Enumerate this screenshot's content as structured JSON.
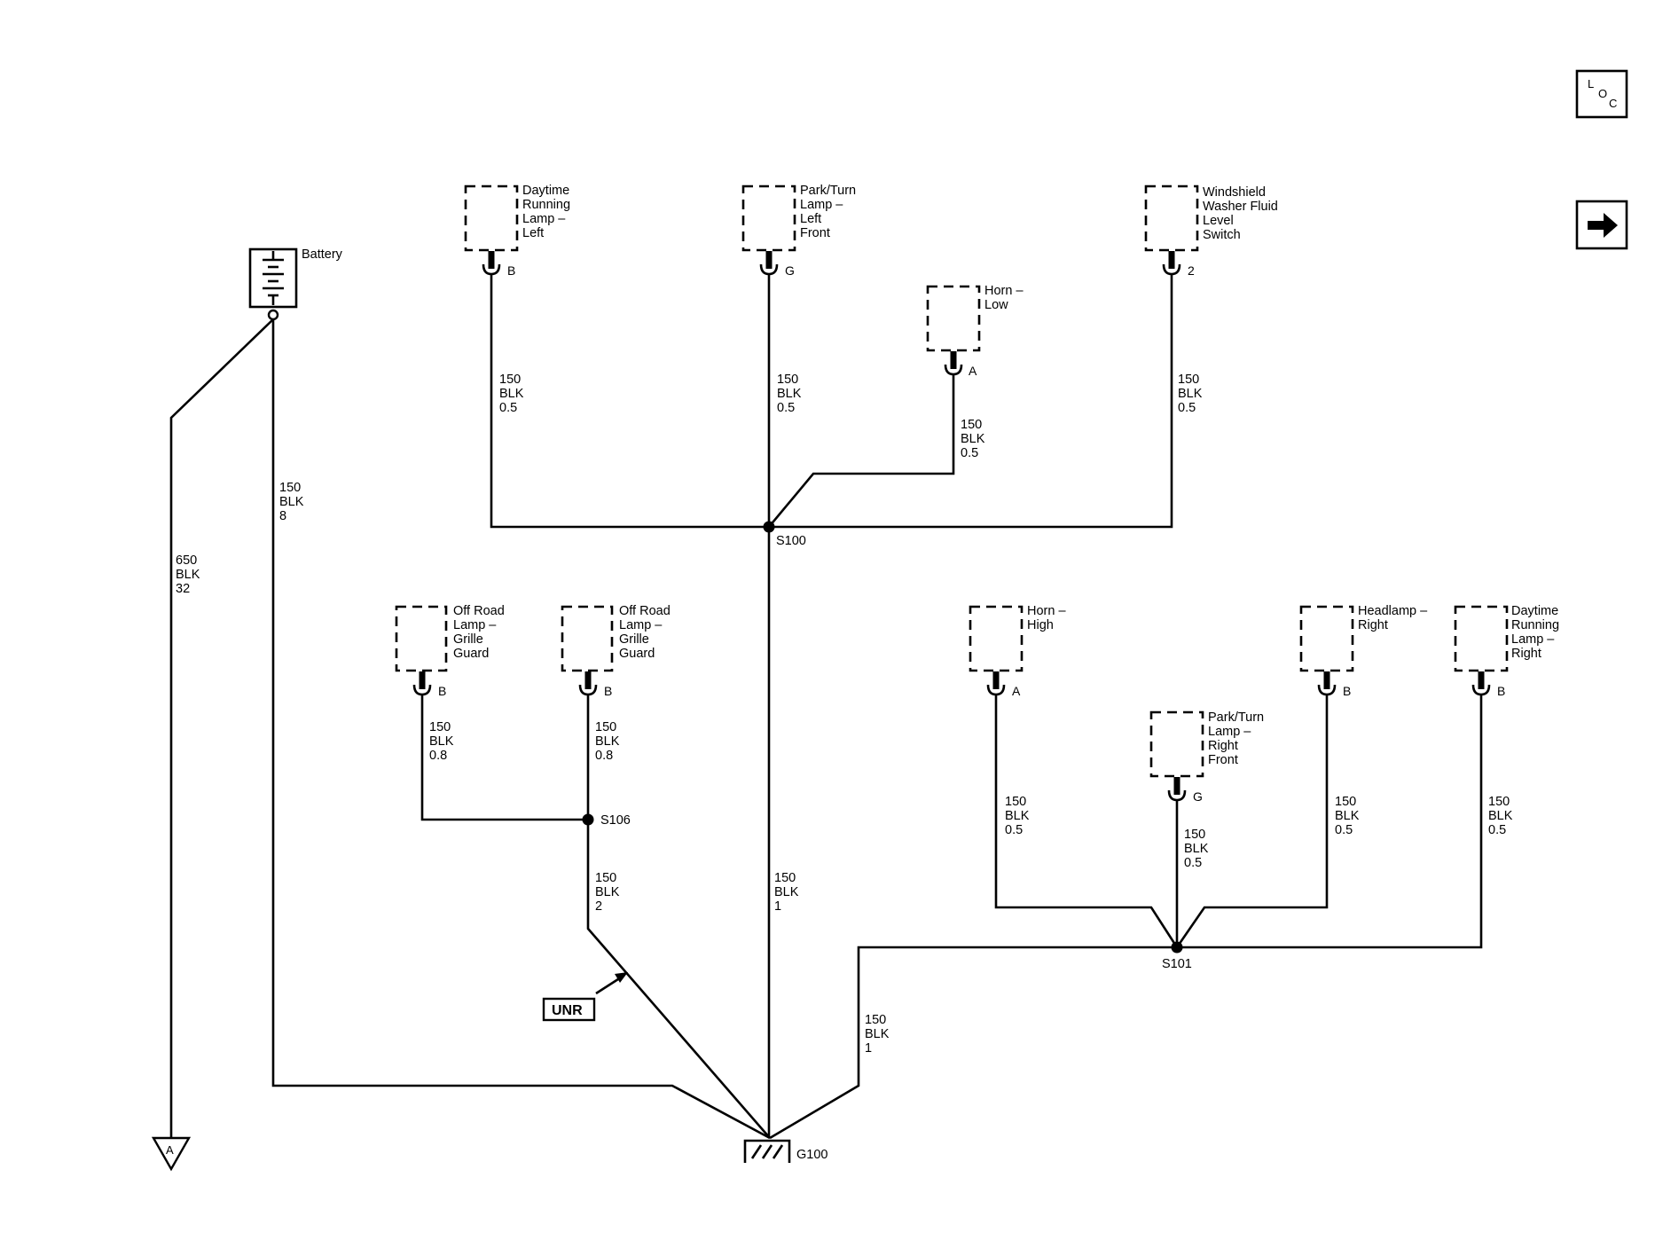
{
  "nav": {
    "loc_letters": [
      "L",
      "O",
      "C"
    ],
    "next_icon": "arrow-right-icon"
  },
  "battery": {
    "label": "Battery"
  },
  "components": {
    "drl_left": [
      "Daytime",
      "Running",
      "Lamp –",
      "Left"
    ],
    "park_turn_left": [
      "Park/Turn",
      "Lamp –",
      "Left",
      "Front"
    ],
    "horn_low": [
      "Horn –",
      "Low"
    ],
    "washer_switch": [
      "Windshield",
      "Washer Fluid",
      "Level",
      "Switch"
    ],
    "offroad_1": [
      "Off Road",
      "Lamp –",
      "Grille",
      "Guard"
    ],
    "offroad_2": [
      "Off Road",
      "Lamp –",
      "Grille",
      "Guard"
    ],
    "horn_high": [
      "Horn –",
      "High"
    ],
    "park_turn_right": [
      "Park/Turn",
      "Lamp –",
      "Right",
      "Front"
    ],
    "headlamp_right": [
      "Headlamp –",
      "Right"
    ],
    "drl_right": [
      "Daytime",
      "Running",
      "Lamp –",
      "Right"
    ]
  },
  "pins": {
    "drl_left": "B",
    "park_turn_left": "G",
    "horn_low": "A",
    "washer_switch": "2",
    "offroad_1": "B",
    "offroad_2": "B",
    "horn_high": "A",
    "park_turn_right": "G",
    "headlamp_right": "B",
    "drl_right": "B"
  },
  "wires": {
    "battery_a": [
      "650",
      "BLK",
      "32"
    ],
    "battery_g": [
      "150",
      "BLK",
      "8"
    ],
    "drl_left": [
      "150",
      "BLK",
      "0.5"
    ],
    "park_turn_left": [
      "150",
      "BLK",
      "0.5"
    ],
    "horn_low": [
      "150",
      "BLK",
      "0.5"
    ],
    "washer_switch": [
      "150",
      "BLK",
      "0.5"
    ],
    "offroad_1": [
      "150",
      "BLK",
      "0.8"
    ],
    "offroad_2": [
      "150",
      "BLK",
      "0.8"
    ],
    "s106_g100": [
      "150",
      "BLK",
      "2"
    ],
    "s100_g100": [
      "150",
      "BLK",
      "1"
    ],
    "horn_high": [
      "150",
      "BLK",
      "0.5"
    ],
    "park_turn_right": [
      "150",
      "BLK",
      "0.5"
    ],
    "headlamp_right": [
      "150",
      "BLK",
      "0.5"
    ],
    "drl_right": [
      "150",
      "BLK",
      "0.5"
    ],
    "s101_g100": [
      "150",
      "BLK",
      "1"
    ]
  },
  "splices": {
    "s100": "S100",
    "s106": "S106",
    "s101": "S101"
  },
  "ground": {
    "label": "G100"
  },
  "connector_ref": {
    "label": "A"
  },
  "unr_tag": {
    "label": "UNR"
  }
}
